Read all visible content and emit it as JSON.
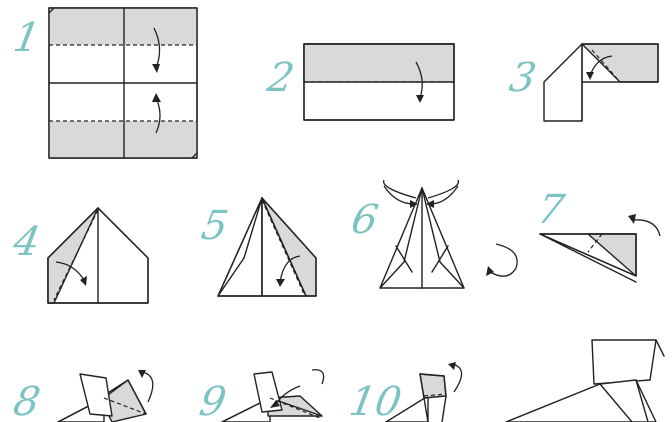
{
  "diagram": {
    "steps": [
      {
        "number": "1"
      },
      {
        "number": "2"
      },
      {
        "number": "3"
      },
      {
        "number": "4"
      },
      {
        "number": "5"
      },
      {
        "number": "6"
      },
      {
        "number": "7"
      },
      {
        "number": "8"
      },
      {
        "number": "9"
      },
      {
        "number": "10"
      }
    ],
    "colors": {
      "step_number": "#7cc3c3",
      "paper_shade": "#d9d9d9",
      "line": "#222222"
    }
  }
}
